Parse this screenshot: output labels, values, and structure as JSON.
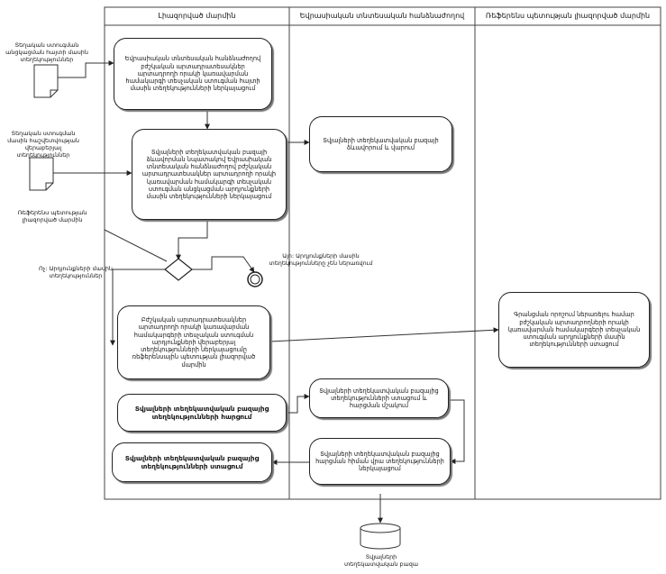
{
  "lanes": [
    "Լիազորված մարմին",
    "Եվրասիական տնտեսական հանձնաժողով",
    "Ռեֆերենս պետության լիազորված մարմին"
  ],
  "inputs": {
    "doc1": "Տեղական ստուգման անցկացման հայտի մասին տեղեկություններ",
    "doc2": "Տեղական ստուգման մասին հաշվետվության վերաբերյալ տեղեկություններ",
    "ref_authority": "Ռեֆերենս պետության լիազորված մարմին"
  },
  "activities": {
    "a1": "Եվրասիական տնտեսական հանձնաժողով բժշկական արտադրատեսակներ արտադրողի որակի կառավարման համակարգի տեսչական ստուգման հայտի մասին տեղեկությունների ներկայացում",
    "a2": "Տվյալների տեղեկատվական բազայի ձևավորման նպատակով Եվրասիական տնտեսական հանձնաժողով բժշկական արտադրատեսակներ արտադրողի որակի կառավարման համակարգի տեսչական ստուգման անցկացման արդյունքների մասին տեղեկությունների ներկայացում",
    "e1": "Տվյալների տեղեկատվական բազայի ձևավորում և վարում",
    "a3": "Բժշկական արտադրատեսակներ արտադրողի որակի կառավարման համակարգերի տեսչական ստուգման արդյունքների վերաբերյալ տեղեկությունների ներկայացումը ռեֆերենսային պետության լիազորված մարմին",
    "r1": "Գրանցման որոշում ներառելու համար բժշկական արտադրողների որակի կառավարման համակարգերի տեսչական ստուգման արդյունքների մասին տեղեկությունների ստացում",
    "a4": "Տվյալների տեղեկատվական բազայից տեղեկությունների հարցում",
    "e2": "Տվյալների տեղեկատվական բազայից տեղեկությունների ստացում և հարցման մշակում",
    "e3": "Տվյալների տեղեկատվական բազայից հարցման հիման վրա տեղեկությունների ներկայացում",
    "a5": "Տվյալների տեղեկատվական բազայից տեղեկությունների ստացում"
  },
  "guards": {
    "yes": "Այո: Արդյունքների մասին տեղեկությունները չեն ներառվում",
    "no": "Ոչ: Արդյունքների մասին տեղեկություններ"
  },
  "database": "Տվյալների տեղեկատվական բազա"
}
